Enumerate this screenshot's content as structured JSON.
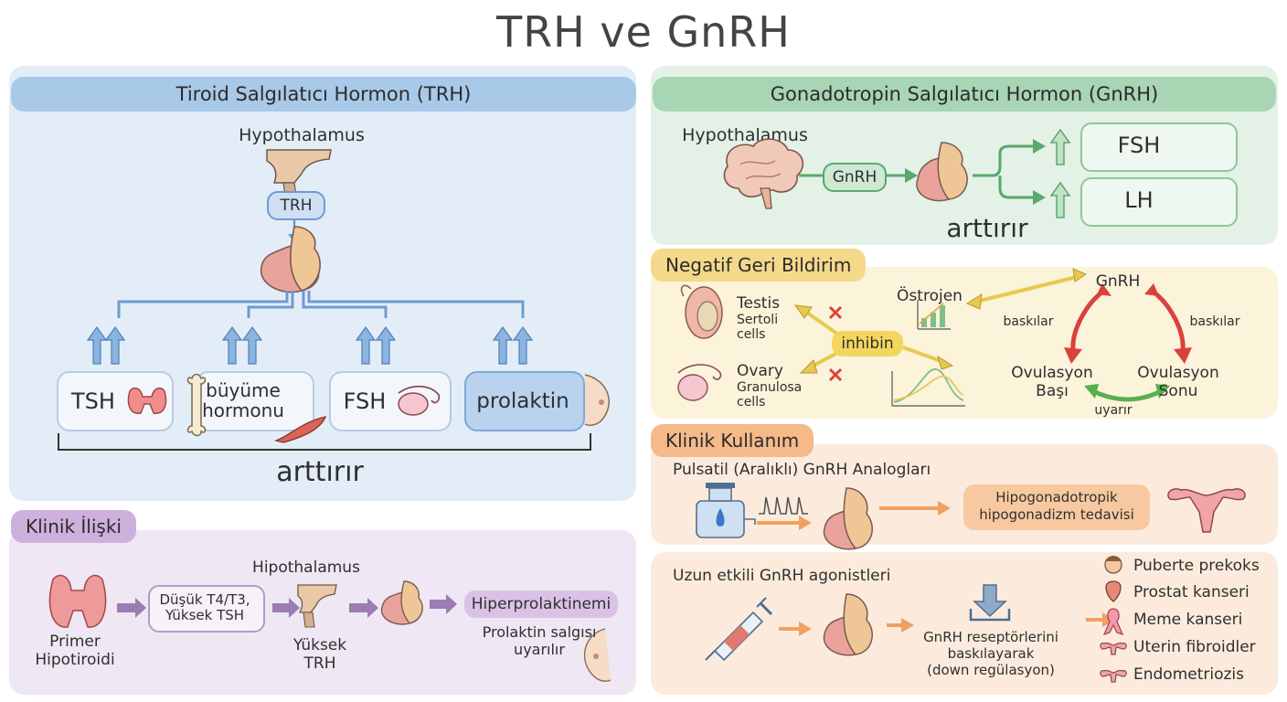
{
  "title": "TRH ve GnRH",
  "trh": {
    "header": "Tiroid Salgılatıcı Hormon (TRH)",
    "hypothalamus": "Hypothalamus",
    "hormone_tag": "TRH",
    "targets": [
      "TSH",
      "büyüme\nhormonu",
      "FSH",
      "prolaktin"
    ],
    "effect": "arttırır"
  },
  "klinik_iliski": {
    "header": "Klinik İlişki",
    "primer": "Primer\nHipotiroidi",
    "labs": "Düşük T4/T3,\nYüksek TSH",
    "hipothalamus": "Hipothalamus",
    "yuksek_trh": "Yüksek\nTRH",
    "result": "Hiperprolaktinemi",
    "result_note": "Prolaktin salgısı\nuyarılır"
  },
  "gnrh": {
    "header": "Gonadotropin Salgılatıcı Hormon (GnRH)",
    "hypothalamus": "Hypothalamus",
    "hormone_tag": "GnRH",
    "targets": [
      "FSH",
      "LH"
    ],
    "effect": "arttırır"
  },
  "feedback": {
    "header": "Negatif Geri Bildirim",
    "testis": "Testis",
    "testis_cells": "Sertoli\ncells",
    "ovary": "Ovary",
    "ovary_cells": "Granulosa\ncells",
    "inhibin": "inhibin",
    "ostrojen": "Östrojen",
    "gnrh": "GnRH",
    "suppress_left": "baskılar",
    "suppress_right": "baskılar",
    "ovulation_start": "Ovulasyon\nBaşı",
    "ovulation_end": "Ovulasyon\nSonu",
    "stimulates": "uyarır"
  },
  "klinik_kullanim": {
    "header": "Klinik Kullanım",
    "pulsatile_title": "Pulsatil (Aralıklı) GnRH Analogları",
    "pulsatile_result": "Hipogonadotropik\nhipogonadizm tedavisi",
    "long_title": "Uzun etkili GnRH agonistleri",
    "long_mechanism": "GnRH reseptörlerini\nbaskılayarak\n(down regülasyon)",
    "indications": [
      "Puberte prekoks",
      "Prostat kanseri",
      "Meme kanseri",
      "Uterin fibroidler",
      "Endometriozis"
    ]
  },
  "colors": {
    "trh_panel": "#e3edf7",
    "trh_header": "#a9c9e8",
    "gnrh_panel": "#e3f1e6",
    "gnrh_header": "#a8d5b3",
    "feedback_panel": "#fbf3da",
    "feedback_header": "#f4d98a",
    "clinic_panel": "#fcebdc",
    "clinic_header": "#f5b98a",
    "relation_panel": "#efe7f3",
    "relation_header": "#cdb1dc"
  }
}
